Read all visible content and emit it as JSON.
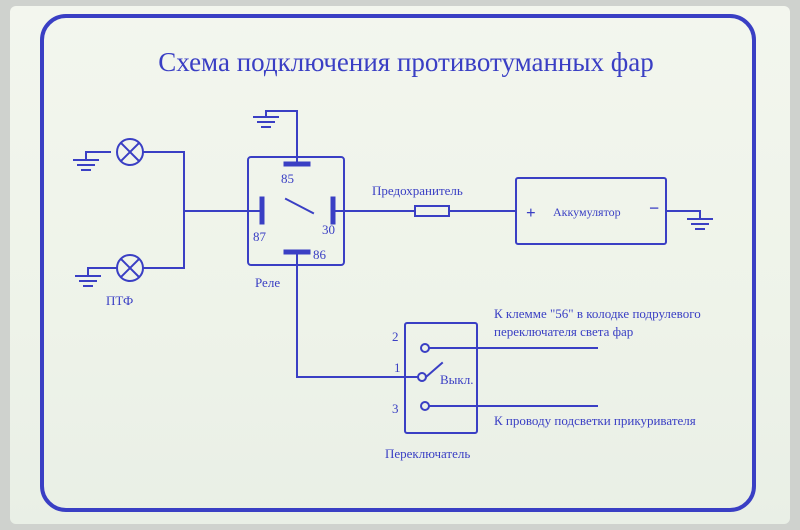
{
  "title": "Схема подключения противотуманных фар",
  "labels": {
    "ptf": "ПТФ",
    "relay": "Реле",
    "pin85": "85",
    "pin87": "87",
    "pin30": "30",
    "pin86": "86",
    "fuse": "Предохранитель",
    "battery": "Аккумулятор",
    "plus": "+",
    "minus": "−",
    "switch": "Переключатель",
    "switch_pos1": "1",
    "switch_pos2": "2",
    "switch_pos3": "3",
    "switch_off": "Выкл.",
    "note_56_line1": "К клемме \"56\" в колодке подрулевого",
    "note_56_line2": "переключателя света фар",
    "note_lighter": "К проводу подсветки прикуривателя"
  },
  "colors": {
    "ink": "#3a3fc4",
    "background": "#eef3e9"
  }
}
